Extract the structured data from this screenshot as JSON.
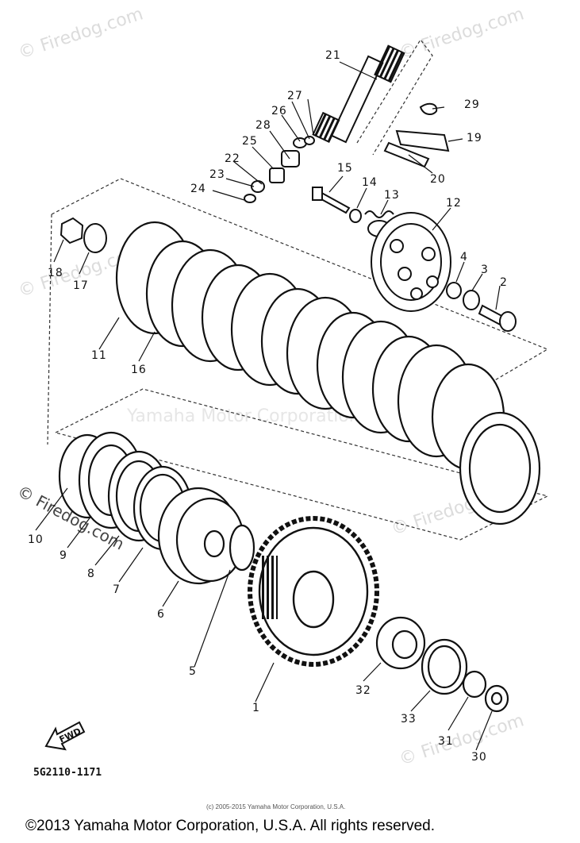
{
  "watermarks": {
    "site": "© Firedog.com",
    "brand": "Yamaha Motor Corporation"
  },
  "diagram": {
    "part_code": "5G2110-1171",
    "forward_arrow_label": "FWD",
    "small_copyright": "(c) 2005-2015 Yamaha Motor Corporation, U.S.A.",
    "callouts": [
      "1",
      "2",
      "3",
      "4",
      "5",
      "6",
      "7",
      "8",
      "9",
      "10",
      "11",
      "12",
      "13",
      "14",
      "15",
      "16",
      "17",
      "18",
      "19",
      "20",
      "21",
      "22",
      "23",
      "24",
      "25",
      "26",
      "27",
      "28",
      "29",
      "30",
      "31",
      "32",
      "33"
    ]
  },
  "footer": {
    "copyright": "©2013 Yamaha Motor Corporation, U.S.A. All rights reserved."
  }
}
